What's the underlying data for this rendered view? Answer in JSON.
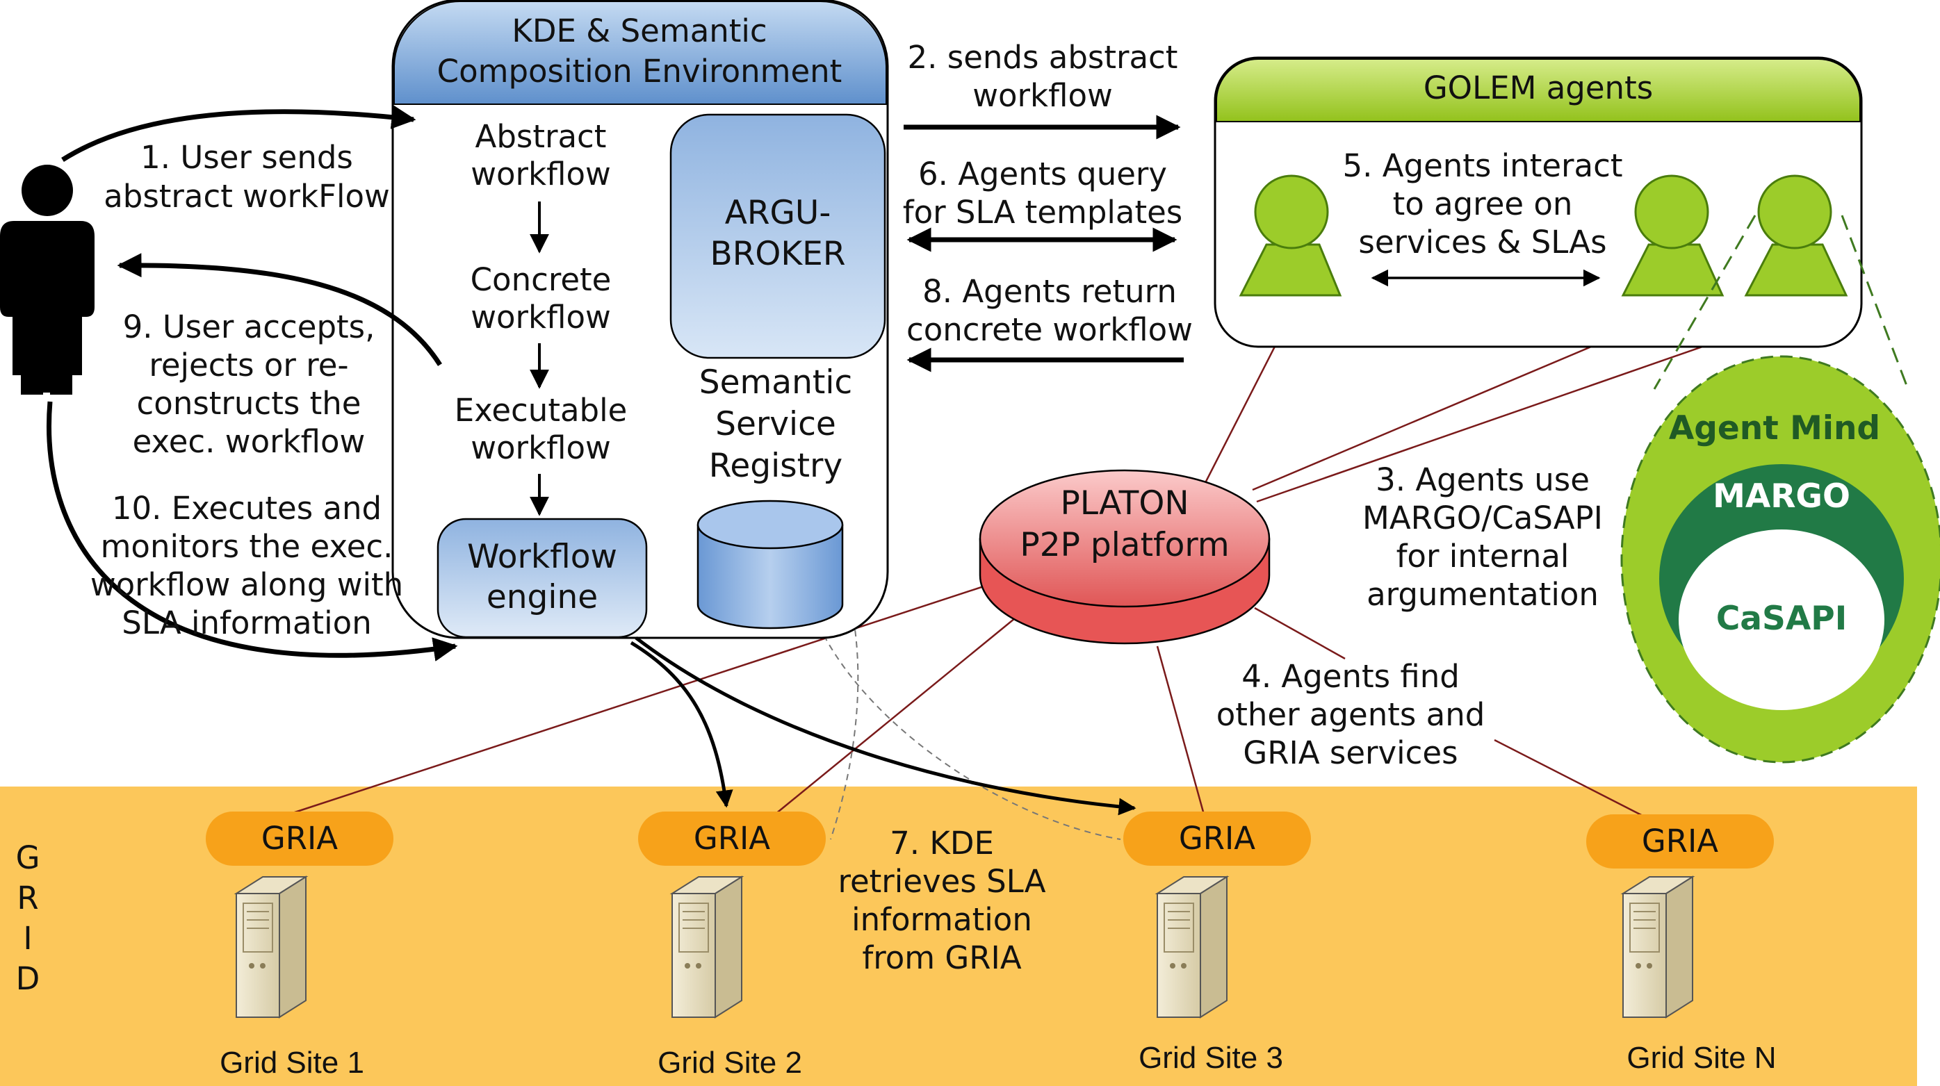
{
  "kde": {
    "title_line1": "KDE & Semantic",
    "title_line2": "Composition Environment",
    "abstract_wf_1": "Abstract",
    "abstract_wf_2": "workflow",
    "concrete_wf_1": "Concrete",
    "concrete_wf_2": "workflow",
    "executable_wf_1": "Executable",
    "executable_wf_2": "workflow",
    "argu_broker_1": "ARGU-",
    "argu_broker_2": "BROKER",
    "registry_1": "Semantic",
    "registry_2": "Service",
    "registry_3": "Registry",
    "engine_1": "Workflow",
    "engine_2": "engine"
  },
  "golem": {
    "title": "GOLEM agents",
    "interact_1": "5. Agents interact",
    "interact_2": "to agree on",
    "interact_3": "services & SLAs"
  },
  "platon": {
    "line1": "PLATON",
    "line2": "P2P platform"
  },
  "mind": {
    "title": "Agent Mind",
    "outer": "MARGO",
    "inner": "CaSAPI"
  },
  "steps": {
    "s1_1": "1. User sends",
    "s1_2": "abstract workFlow",
    "s2_1": "2. sends abstract",
    "s2_2": "workflow",
    "s6_1": "6. Agents query",
    "s6_2": "for SLA templates",
    "s8_1": "8. Agents return",
    "s8_2": "concrete workflow",
    "s9_1": "9. User accepts,",
    "s9_2": "rejects or re-",
    "s9_3": "constructs the",
    "s9_4": "exec. workflow",
    "s10_1": "10. Executes and",
    "s10_2": "monitors the exec.",
    "s10_3": "workflow along with",
    "s10_4": "SLA information",
    "s3_1": "3. Agents use",
    "s3_2": "MARGO/CaSAPI",
    "s3_3": "for internal",
    "s3_4": "argumentation",
    "s4_1": "4. Agents find",
    "s4_2": "other agents and",
    "s4_3": "GRIA services",
    "s7_1": "7. KDE",
    "s7_2": "retrieves SLA",
    "s7_3": "information",
    "s7_4": "from GRIA"
  },
  "grid": {
    "letters": [
      "G",
      "R",
      "I",
      "D"
    ],
    "sites": [
      {
        "gria": "GRIA",
        "name": "Grid Site 1"
      },
      {
        "gria": "GRIA",
        "name": "Grid Site 2"
      },
      {
        "gria": "GRIA",
        "name": "Grid Site 3"
      },
      {
        "gria": "GRIA",
        "name": "Grid Site N"
      }
    ]
  },
  "colors": {
    "grid_band": "#fcc75a",
    "gria_pill": "#f7a21a",
    "golem_header": "#a6cf28",
    "agent_fill": "#9ccc2a",
    "platon": "#ec6464",
    "margo": "#217a46",
    "kde_header": "#7aa6d8",
    "link": "#7a1a1a"
  }
}
